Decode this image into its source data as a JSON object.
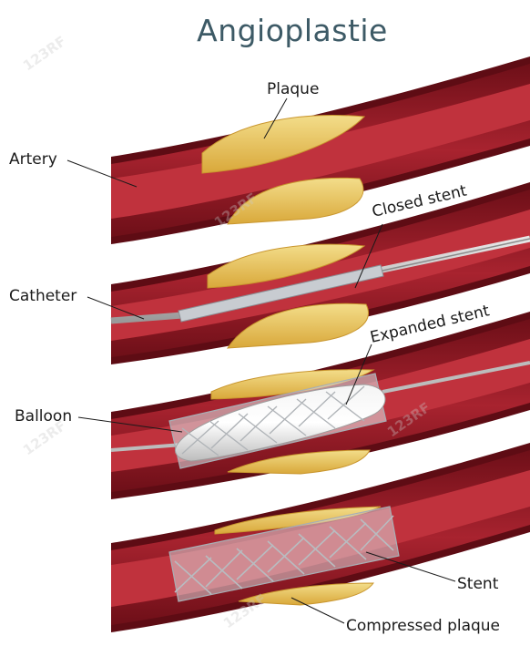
{
  "title": "Angioplastie",
  "labels": {
    "plaque": "Plaque",
    "artery": "Artery",
    "closed_stent": "Closed stent",
    "catheter": "Catheter",
    "expanded_stent": "Expanded stent",
    "balloon": "Balloon",
    "stent": "Stent",
    "compressed_plaque": "Compressed plaque"
  },
  "watermark": "123RF",
  "colors": {
    "vessel_wall": "#8a1a24",
    "vessel_lumen": "#b32a36",
    "plaque": "#e8c45a",
    "title": "#3d5a66",
    "label_text": "#1a1a1a"
  }
}
